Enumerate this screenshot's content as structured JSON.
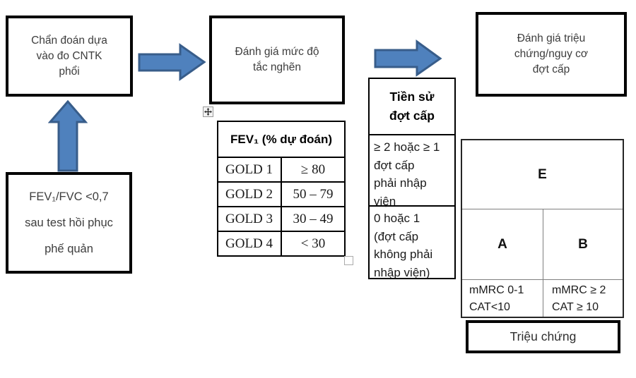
{
  "boxes": {
    "diagnosis": {
      "lines": [
        "Chẩn đoán dựa",
        "vào đo CNTK",
        "phổi"
      ]
    },
    "obstruction": {
      "lines": [
        "Đánh giá mức độ",
        "tắc nghẽn"
      ]
    },
    "symptom_risk": {
      "lines": [
        "Đánh giá triệu",
        "chứng/nguy cơ",
        "đợt cấp"
      ]
    },
    "fev_fvc": {
      "lines": [
        "FEV₁/FVC <0,7",
        "sau test hồi phục",
        "phế quản"
      ]
    },
    "symptom_axis_label": "Triệu chứng"
  },
  "gold_table": {
    "header": "FEV₁ (% dự đoán)",
    "rows": [
      {
        "grade": "GOLD 1",
        "value": "≥ 80"
      },
      {
        "grade": "GOLD 2",
        "value": "50 – 79"
      },
      {
        "grade": "GOLD 3",
        "value": "30 – 49"
      },
      {
        "grade": "GOLD 4",
        "value": "< 30"
      }
    ]
  },
  "history_table": {
    "header_lines": [
      "Tiền sử",
      "đợt cấp"
    ],
    "row1_lines": [
      "≥ 2 hoặc ≥ 1",
      "đợt cấp",
      "phải nhập",
      "viện"
    ],
    "row2_lines": [
      "0 hoặc 1",
      "(đợt cấp",
      "không phải",
      "nhập viện)"
    ]
  },
  "abe_grid": {
    "e_label": "E",
    "a_label": "A",
    "b_label": "B",
    "a_criteria_lines": [
      "mMRC 0-1",
      "CAT<10"
    ],
    "b_criteria_lines": [
      "mMRC ≥ 2",
      "CAT ≥ 10"
    ]
  },
  "colors": {
    "arrow_fill": "#4f81bd",
    "arrow_stroke": "#385d8a"
  }
}
